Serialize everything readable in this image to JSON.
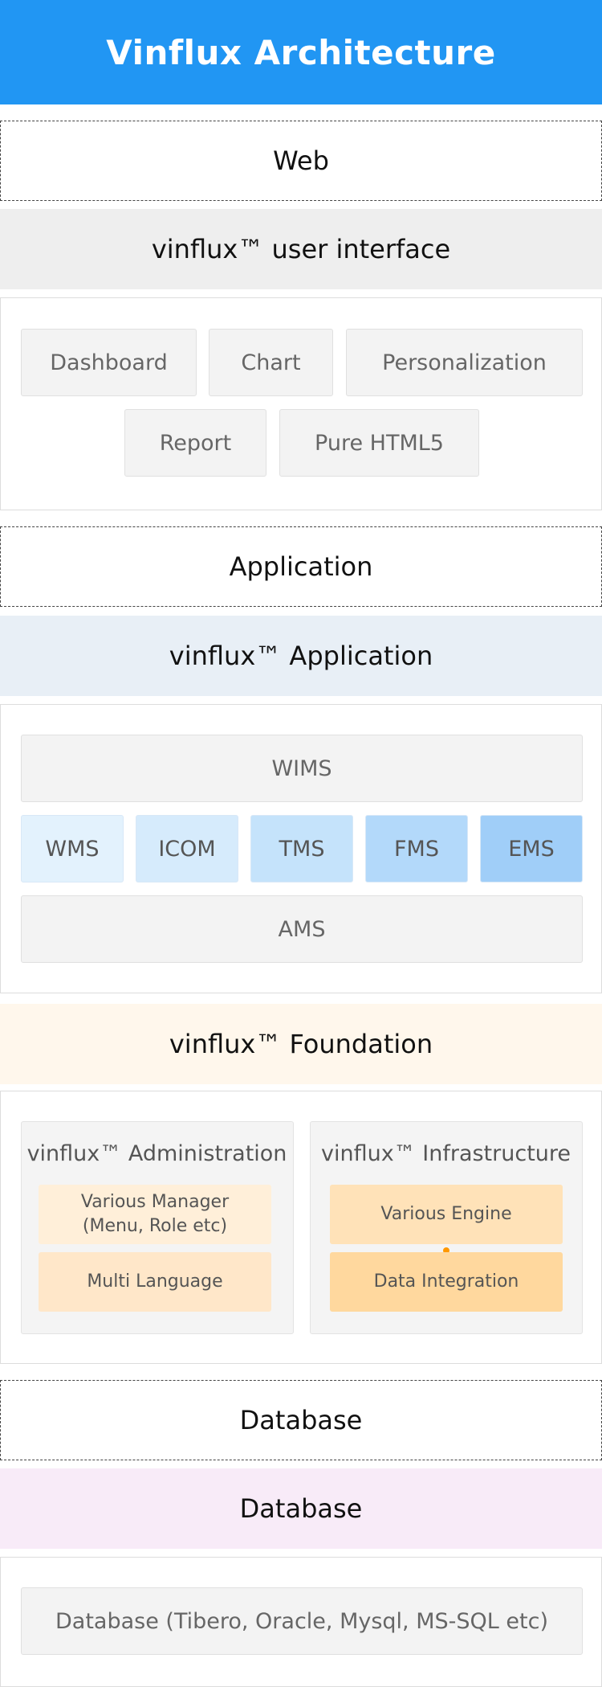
{
  "title": "Vinflux  Architecture",
  "tiers": {
    "web": "Web",
    "application": "Application",
    "database": "Database"
  },
  "ui": {
    "heading": "vinflux™ user interface",
    "items": [
      "Dashboard",
      "Chart",
      "Personalization",
      "Report",
      "Pure HTML5"
    ]
  },
  "app": {
    "heading": "vinflux™ Application",
    "top": "WIMS",
    "modules": [
      "WMS",
      "ICOM",
      "TMS",
      "FMS",
      "EMS"
    ],
    "bottom": "AMS"
  },
  "foundation": {
    "heading": "vinflux™ Foundation",
    "administration": {
      "title": "vinflux™ Administration",
      "item1_line1": "Various Manager",
      "item1_line2": "(Menu, Role etc)",
      "item2": "Multi Language"
    },
    "infrastructure": {
      "title": "vinflux™ Infrastructure",
      "item1": "Various Engine",
      "item2": "Data Integration"
    }
  },
  "db": {
    "heading": "Database",
    "item": "Database (Tibero, Oracle, Mysql, MS-SQL etc)"
  },
  "colors": {
    "header": "#2196f3",
    "ui_band": "#eeeeee",
    "app_band": "#e8eff6",
    "foundation_band": "#fff7ec",
    "db_band": "#f8ebf8",
    "connector": "#ff9800",
    "module_shades": [
      "#e3f2fd",
      "#d6ebfc",
      "#c5e3fb",
      "#b3d9fa",
      "#a0cef8"
    ]
  }
}
